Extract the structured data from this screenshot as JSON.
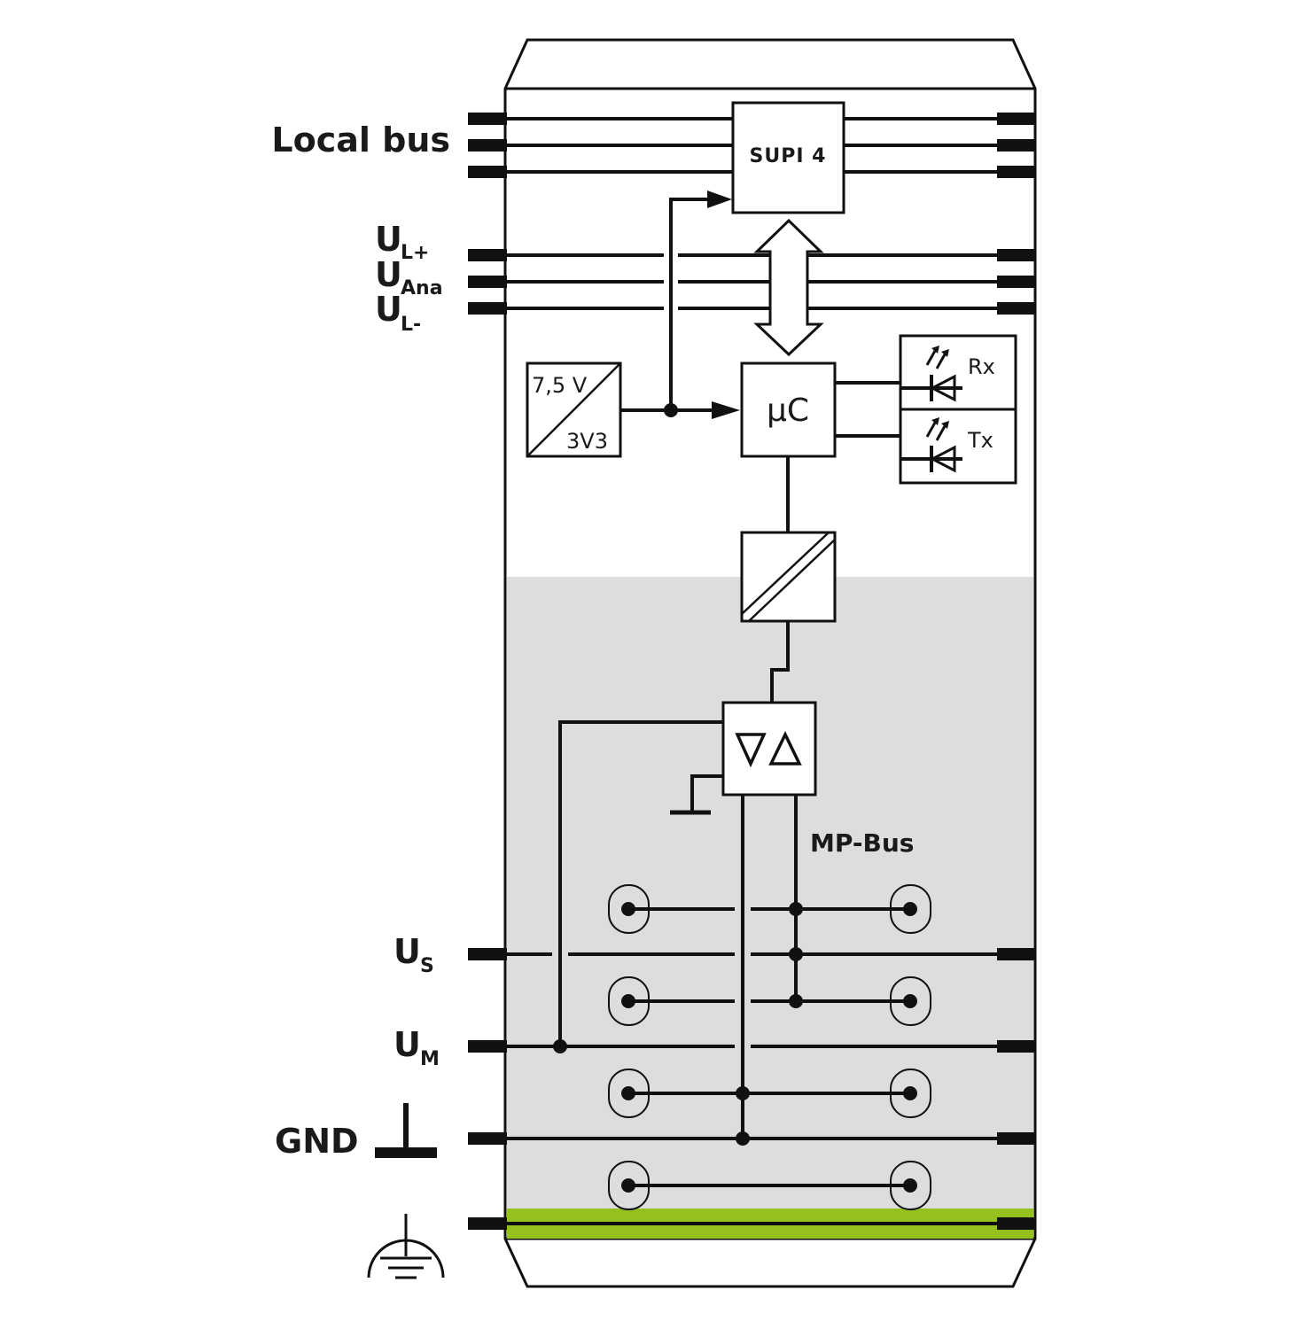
{
  "labels": {
    "local_bus": "Local bus",
    "ul_plus_main": "U",
    "ul_plus_sub": "L+",
    "uana_main": "U",
    "uana_sub": "Ana",
    "ul_minus_main": "U",
    "ul_minus_sub": "L-",
    "us_main": "U",
    "us_sub": "S",
    "um_main": "U",
    "um_sub": "M",
    "gnd": "GND",
    "mp_bus": "MP-Bus"
  },
  "blocks": {
    "supi": "SUPI 4",
    "converter_in": "7,5 V",
    "converter_out": "3V3",
    "microcontroller": "μC",
    "led_rx": "Rx",
    "led_tx": "Tx",
    "transceiver": "▽△"
  },
  "colors": {
    "line": "#111111",
    "isolated_zone": "#dcdddf",
    "pe_rail": "#95c11f"
  }
}
